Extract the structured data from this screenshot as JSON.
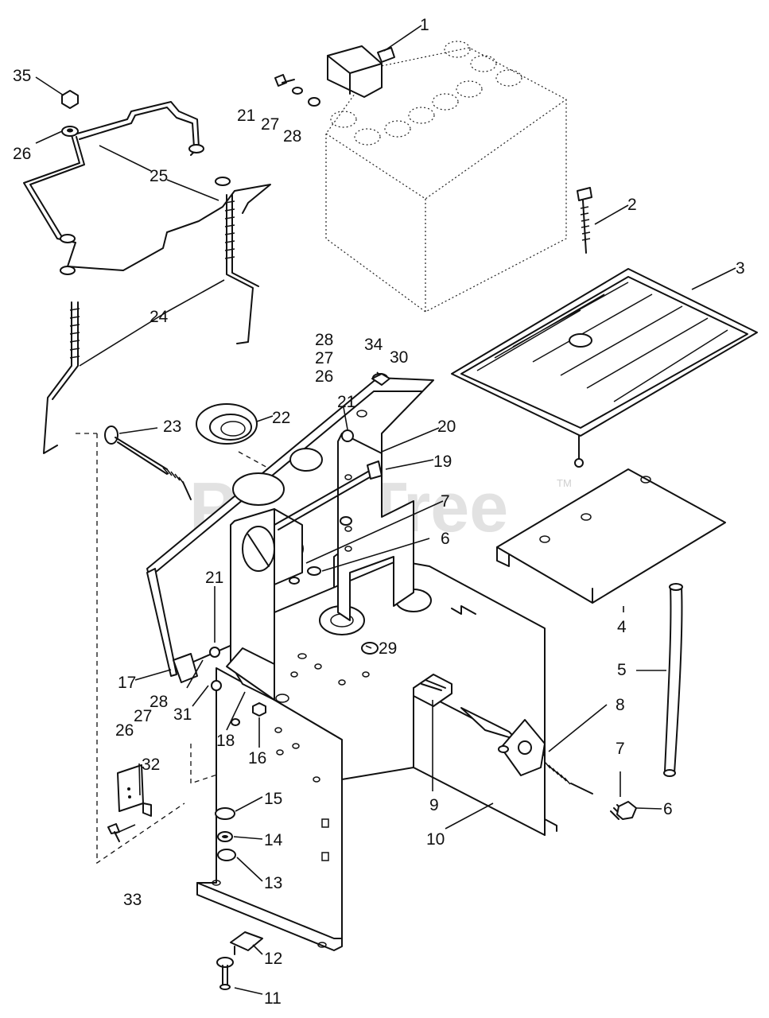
{
  "diagram": {
    "watermark": "PartsTree",
    "trademark": "TM",
    "callouts": {
      "c1": "1",
      "c2": "2",
      "c3": "3",
      "c4": "4",
      "c5": "5",
      "c6a": "6",
      "c6b": "6",
      "c7a": "7",
      "c7b": "7",
      "c8": "8",
      "c9": "9",
      "c10": "10",
      "c11": "11",
      "c12": "12",
      "c13": "13",
      "c14": "14",
      "c15": "15",
      "c16": "16",
      "c17": "17",
      "c18": "18",
      "c19": "19",
      "c20": "20",
      "c21a": "21",
      "c21b": "21",
      "c21c": "21",
      "c22": "22",
      "c23": "23",
      "c24": "24",
      "c25": "25",
      "c26a": "26",
      "c26b": "26",
      "c26c": "26",
      "c27a": "27",
      "c27b": "27",
      "c27c": "27",
      "c28a": "28",
      "c28b": "28",
      "c28c": "28",
      "c29": "29",
      "c30": "30",
      "c31": "31",
      "c32": "32",
      "c33": "33",
      "c34": "34",
      "c35": "35"
    }
  }
}
